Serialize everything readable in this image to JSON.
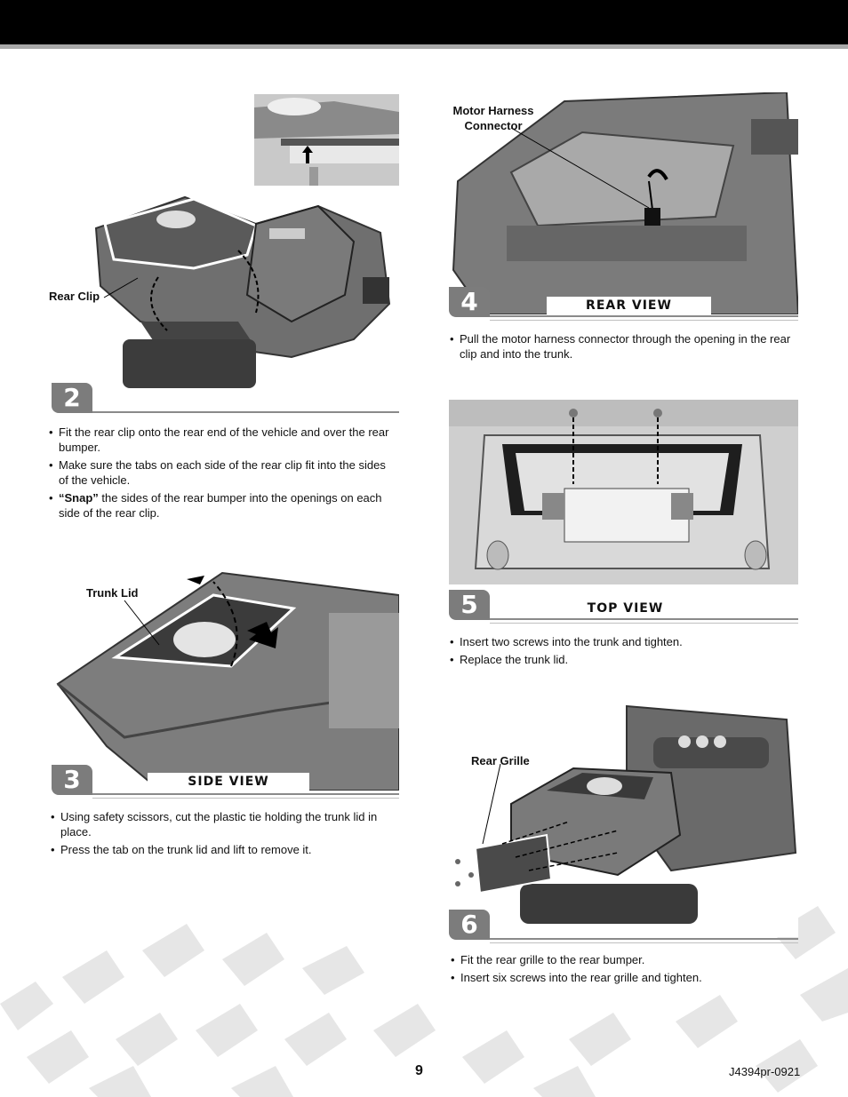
{
  "page": {
    "number": "9",
    "doc_code": "J4394pr-0921"
  },
  "steps": [
    {
      "number": "2",
      "view_label": "",
      "callouts": [
        "Rear Clip"
      ],
      "instructions": [
        {
          "lead": "",
          "text": "Fit the rear clip onto the rear end of the vehicle and over the rear bumper."
        },
        {
          "lead": "",
          "text": "Make sure the tabs on each side of the rear clip fit into the sides of the vehicle."
        },
        {
          "lead": "“Snap”",
          "text": " the sides of the rear bumper into the openings on each side of the rear clip."
        }
      ]
    },
    {
      "number": "3",
      "view_label": "SIDE VIEW",
      "callouts": [
        "Trunk Lid"
      ],
      "instructions": [
        {
          "lead": "",
          "text": "Using safety scissors, cut the plastic tie holding the trunk lid in place."
        },
        {
          "lead": "",
          "text": "Press the tab on the trunk lid and lift to remove it."
        }
      ]
    },
    {
      "number": "4",
      "view_label": "REAR VIEW",
      "callouts": [
        "Motor Harness Connector"
      ],
      "instructions": [
        {
          "lead": "",
          "text": "Pull the motor harness connector through the opening in the rear clip and into the trunk."
        }
      ]
    },
    {
      "number": "5",
      "view_label": "TOP VIEW",
      "callouts": [],
      "instructions": [
        {
          "lead": "",
          "text": "Insert two screws into the trunk and tighten."
        },
        {
          "lead": "",
          "text": "Replace the trunk lid."
        }
      ]
    },
    {
      "number": "6",
      "view_label": "",
      "callouts": [
        "Rear Grille"
      ],
      "instructions": [
        {
          "lead": "",
          "text": "Fit the rear grille to the rear bumper."
        },
        {
          "lead": "",
          "text": "Insert six screws into the rear grille and tighten."
        }
      ]
    }
  ]
}
